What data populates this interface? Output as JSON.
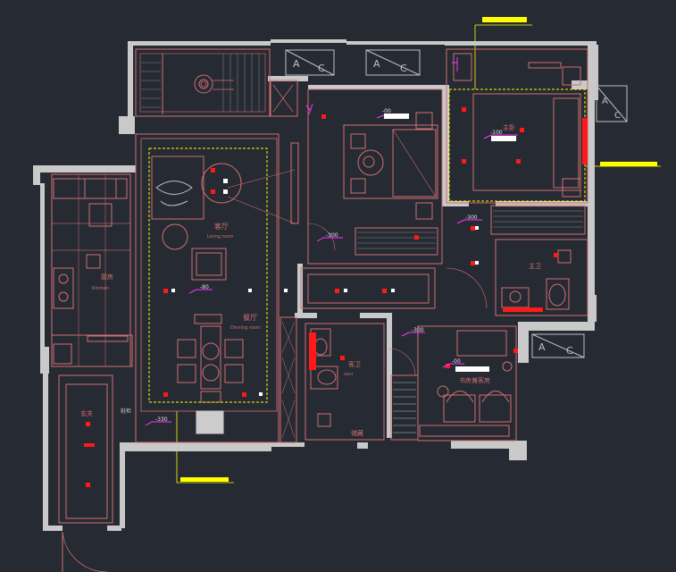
{
  "colors": {
    "background": "#262a33",
    "wall": "#c9c9c9",
    "line": "#d07070",
    "dim": "#ff33ff",
    "highlight": "#ffff00",
    "marker": "#ff1a1a",
    "white_bar": "#ffffff"
  },
  "rooms": {
    "living": {
      "cn": "客厅",
      "en": "Living room"
    },
    "dining": {
      "cn": "餐厅",
      "en": "Dinning room"
    },
    "kitchen": {
      "cn": "厨房",
      "en": "Kitchen"
    },
    "master": {
      "cn": "主卧"
    },
    "master_bath": {
      "cn": "主卫"
    },
    "guest_bath": {
      "cn": "客卫",
      "en": "toilet"
    },
    "study": {
      "cn": "书房兼客房"
    },
    "entrance": {
      "cn": "玄关"
    },
    "storage": {
      "cn": "储藏"
    },
    "shoe_cabinet": {
      "cn": "鞋柜"
    }
  },
  "ac_units": [
    {
      "left": "A",
      "right": "C"
    },
    {
      "left": "A",
      "right": "C"
    },
    {
      "left": "A",
      "right": "C"
    },
    {
      "left": "A",
      "right": "C"
    }
  ],
  "levels": {
    "bedroom": "-00",
    "master": "-100",
    "corridor_left": "-300",
    "corridor_right": "-300",
    "living": "-80",
    "study_corridor": "-300",
    "study": "-00",
    "entrance": "-330"
  }
}
